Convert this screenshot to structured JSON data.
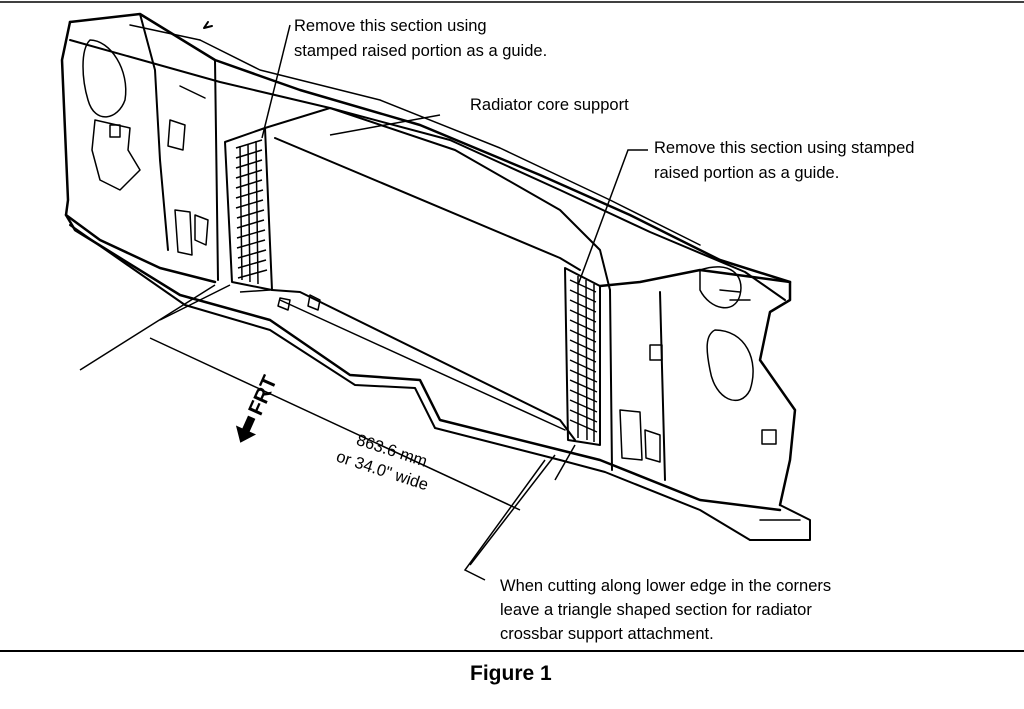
{
  "callouts": {
    "top_left": [
      "Remove this section using",
      "stamped raised portion as a guide."
    ],
    "core_support": "Radiator core support",
    "right": [
      "Remove this section using stamped",
      "raised portion as a guide."
    ],
    "bottom": [
      "When cutting along lower edge in the corners",
      "leave a triangle shaped section for radiator",
      "crossbar support attachment."
    ]
  },
  "dimension": {
    "metric": "863.6 mm",
    "imperial": "or 34.0\" wide"
  },
  "direction_label": "FRT",
  "caption": "Figure 1"
}
